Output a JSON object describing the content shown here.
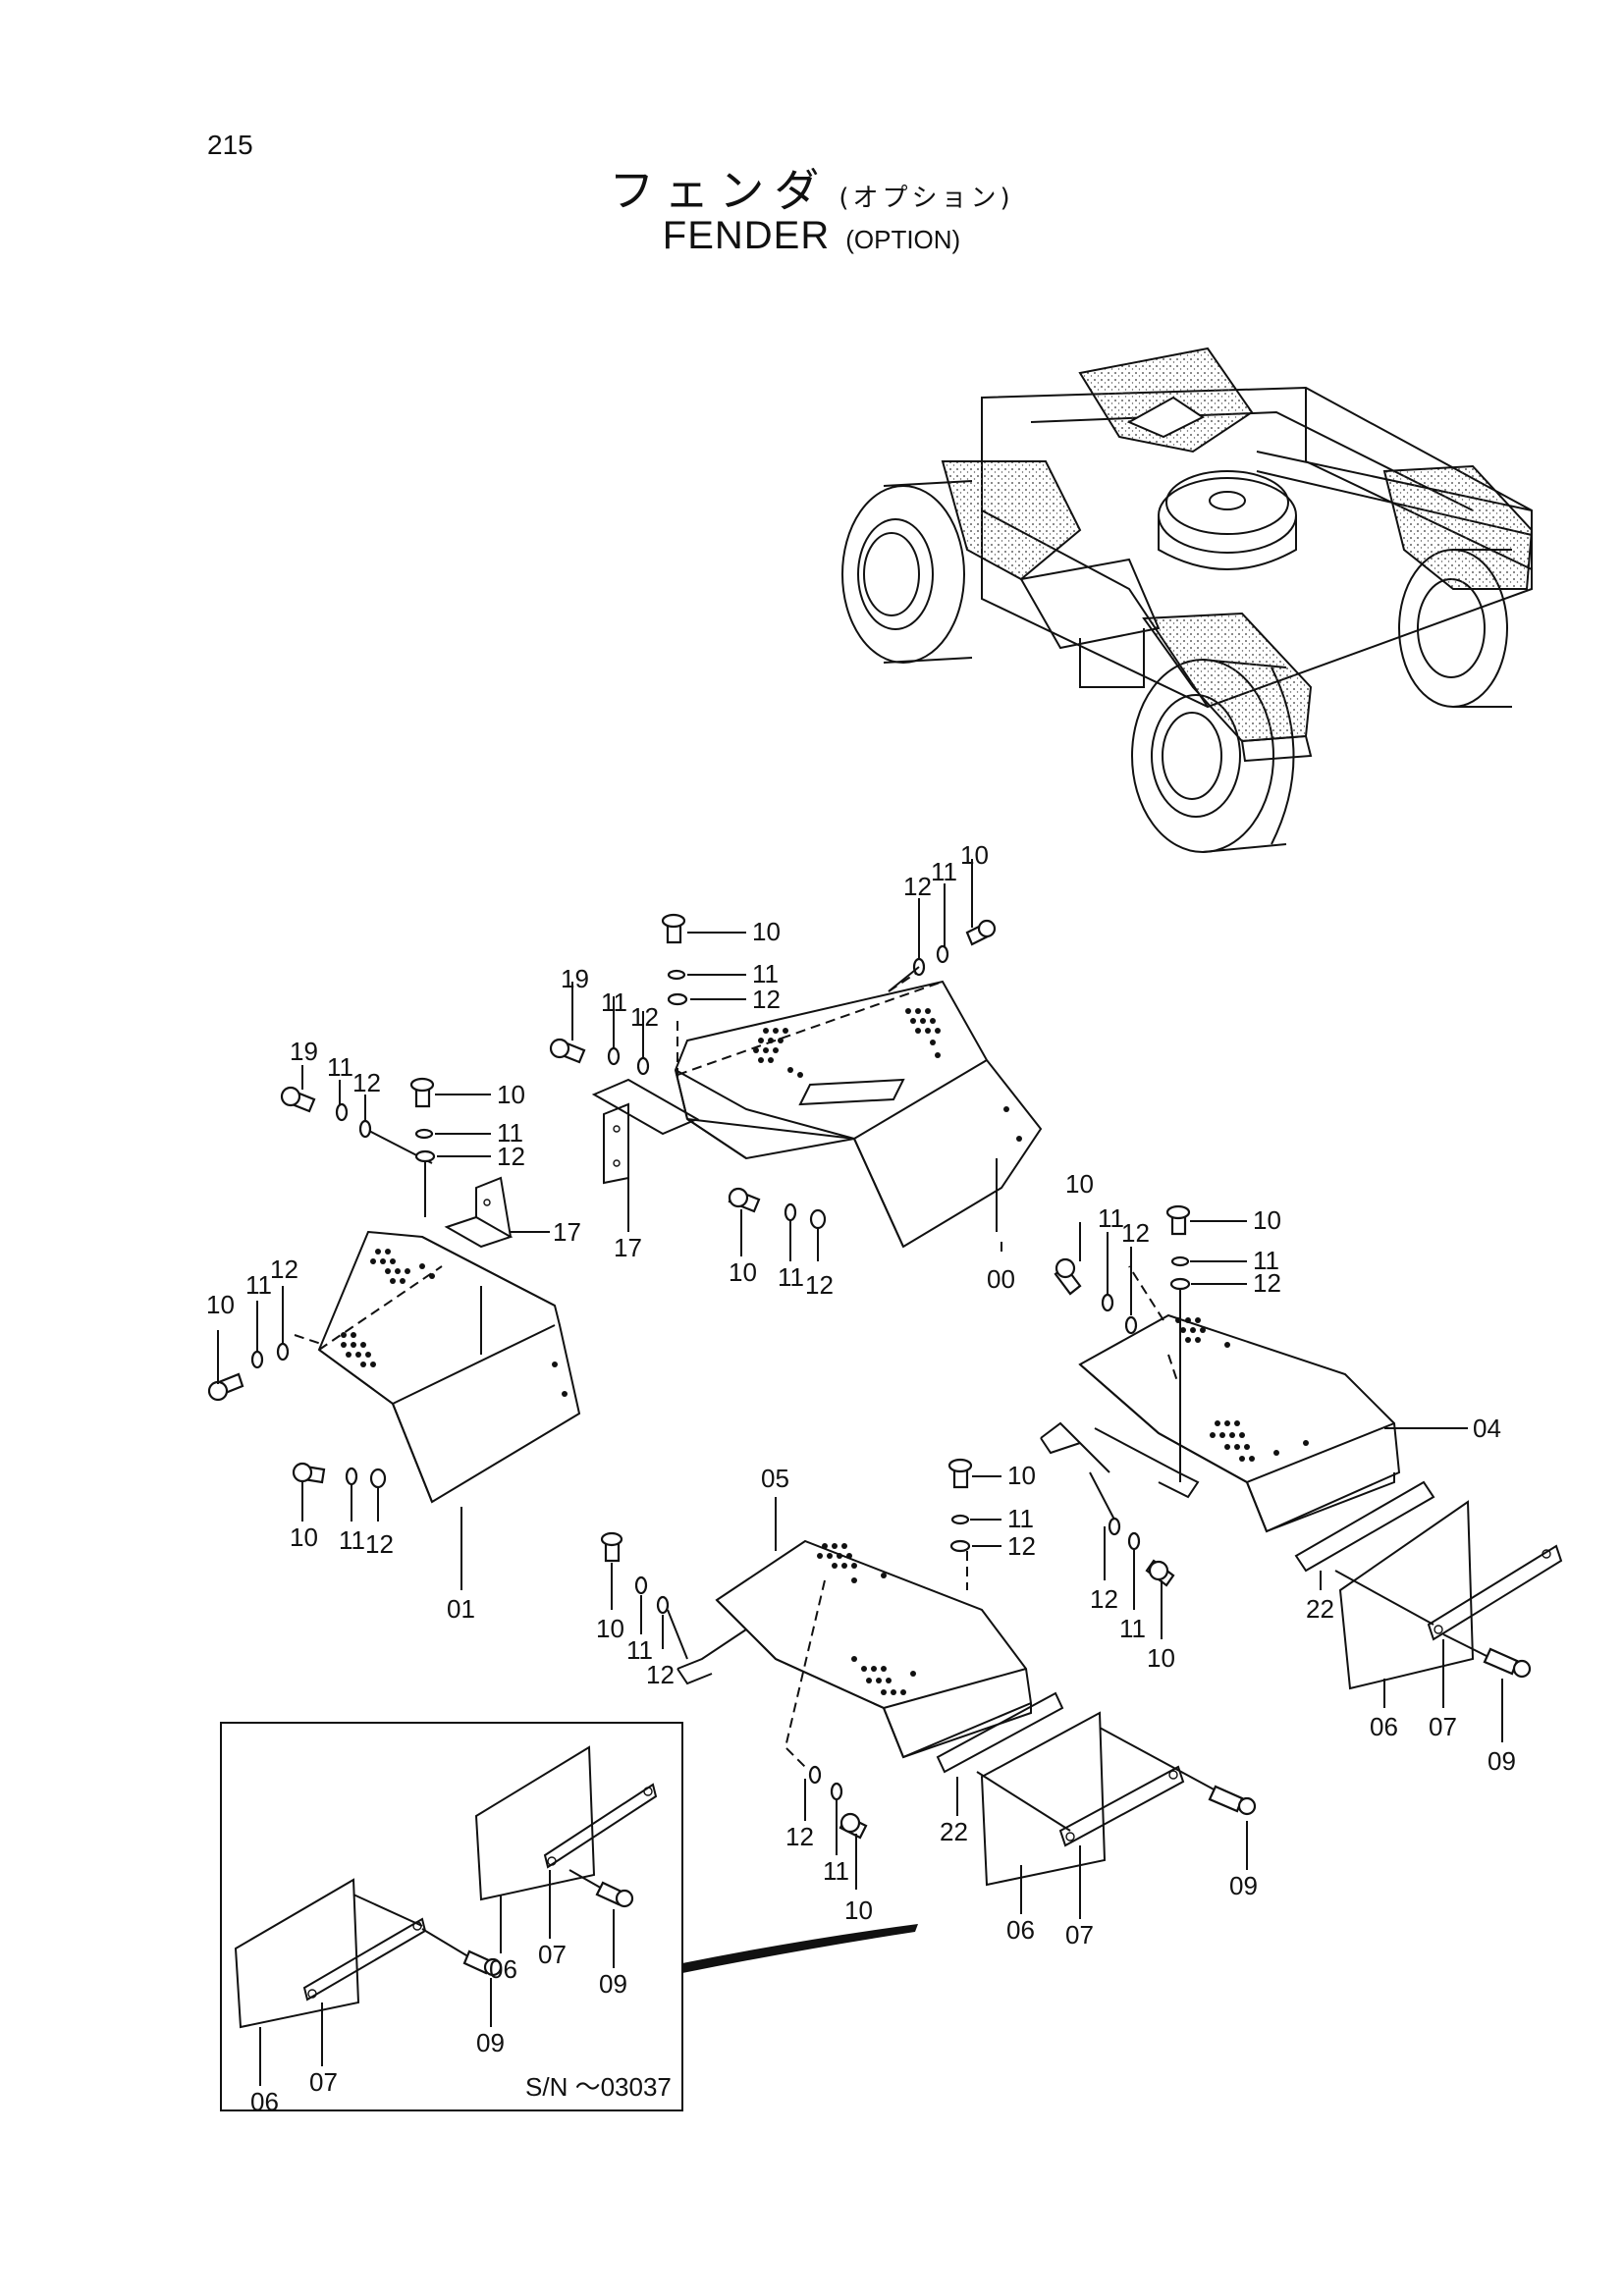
{
  "page_number": "215",
  "title": {
    "jp_main": "フェンダ",
    "jp_sub": "(オプション)",
    "en_main": "FENDER",
    "en_sub": "(OPTION)"
  },
  "inset": {
    "serial_note": "S/N ～03037"
  },
  "callouts": {
    "c00": "00",
    "c01": "01",
    "c04": "04",
    "c05": "05",
    "c06": "06",
    "c07": "07",
    "c09": "09",
    "c10": "10",
    "c11": "11",
    "c12": "12",
    "c17": "17",
    "c19": "19",
    "c22": "22"
  }
}
